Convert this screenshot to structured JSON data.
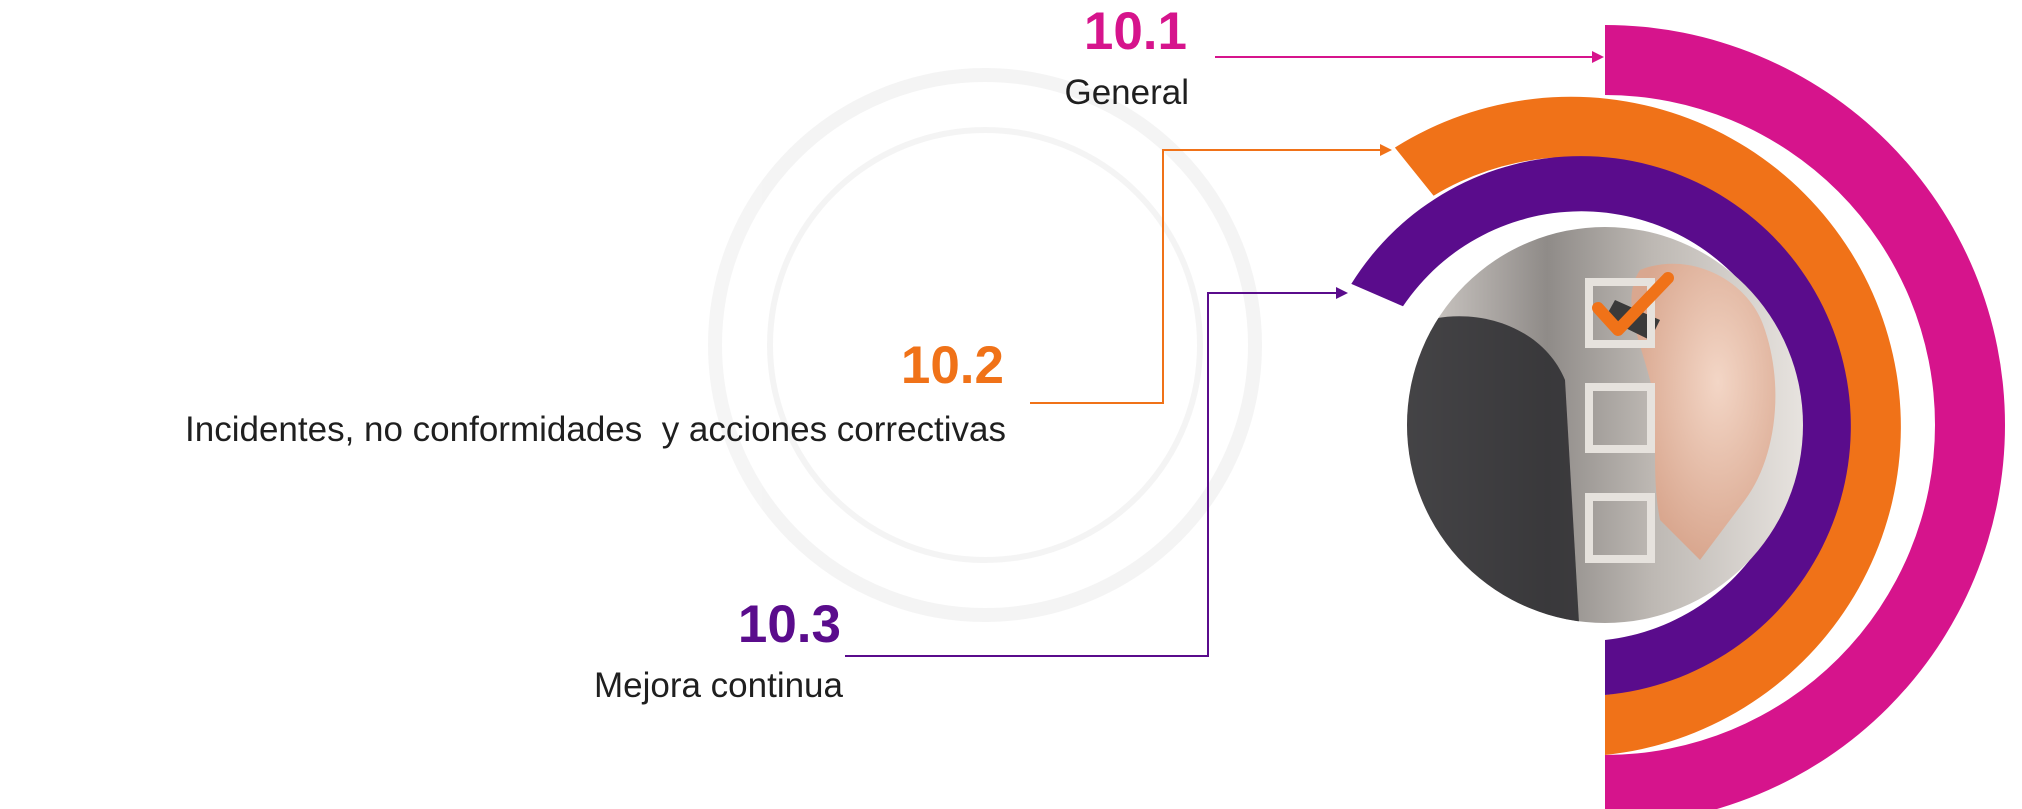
{
  "items": [
    {
      "number": "10.1",
      "label": "General",
      "color": "#D6148C"
    },
    {
      "number": "10.2",
      "label": "Incidentes, no conformidades  y acciones correctivas",
      "color": "#F07218"
    },
    {
      "number": "10.3",
      "label": "Mejora continua",
      "color": "#5A0C8C"
    }
  ],
  "photo": {
    "icon": "checklist-hand-photo",
    "checkmark_color": "#F07218"
  },
  "colors": {
    "magenta": "#D6148C",
    "orange": "#F07218",
    "purple": "#5A0C8C"
  }
}
